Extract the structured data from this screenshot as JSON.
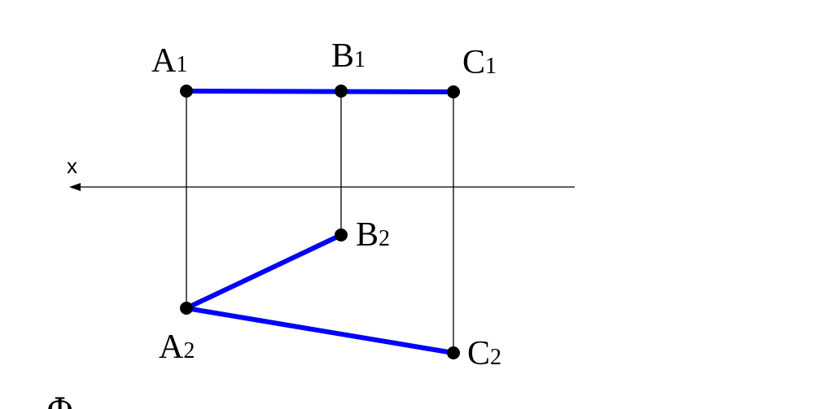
{
  "diagram": {
    "axis": {
      "label": "x"
    },
    "points": {
      "A1": {
        "letter": "A",
        "index": "1"
      },
      "B1": {
        "letter": "B",
        "index": "1"
      },
      "C1": {
        "letter": "C",
        "index": "1"
      },
      "A2": {
        "letter": "A",
        "index": "2"
      },
      "B2": {
        "letter": "B",
        "index": "2"
      },
      "C2": {
        "letter": "C",
        "index": "2"
      }
    },
    "colors": {
      "projection_line": "#0000ff",
      "construction_line": "#000000",
      "point": "#000000"
    },
    "footer_glyph": "Ф"
  }
}
